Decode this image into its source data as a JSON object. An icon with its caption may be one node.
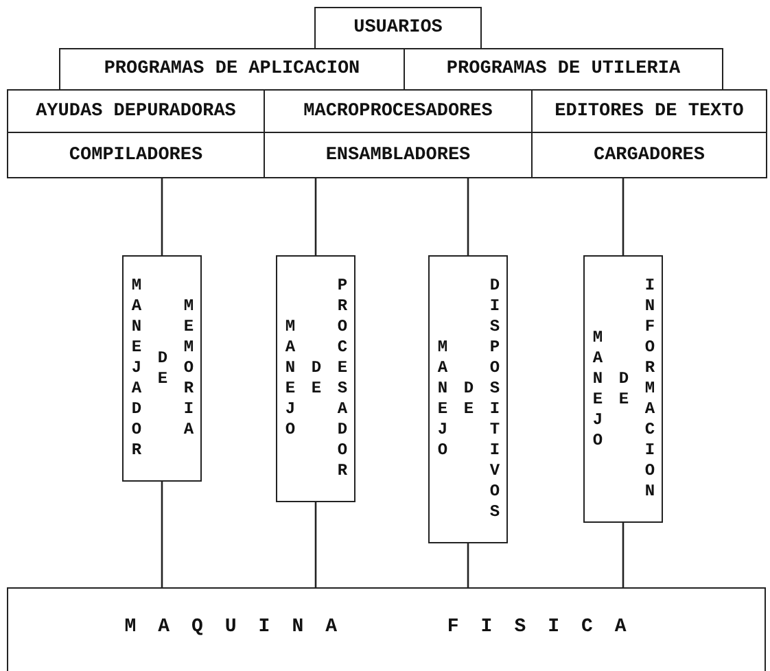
{
  "diagram": {
    "nodes": [
      {
        "text": [
          "USUARIOS"
        ]
      },
      {
        "text": [
          "PROGRAMAS DE APLICACION"
        ]
      },
      {
        "text": [
          "PROGRAMAS DE UTILERIA"
        ]
      },
      {
        "text": [
          "AYUDAS DEPURADORAS"
        ]
      },
      {
        "text": [
          "MACROPROCESADORES"
        ]
      },
      {
        "text": [
          "EDITORES DE TEXTO"
        ]
      },
      {
        "text": [
          "COMPILADORES"
        ]
      },
      {
        "text": [
          "ENSAMBLADORES"
        ]
      },
      {
        "text": [
          "CARGADORES"
        ]
      },
      {
        "text": [
          "MANEJADOR DE MEMORIA"
        ]
      },
      {
        "text": [
          "MANEJO DE PROCESADOR"
        ]
      },
      {
        "text": [
          "MANEJO DE DISPOSITIVOS"
        ]
      },
      {
        "text": [
          "MANEJO DE INFORMACION"
        ]
      },
      {
        "text": [
          "MAQUINA FISICA"
        ]
      }
    ],
    "edges": [
      {
        "from": 6,
        "to": 9,
        "arrow": "none"
      },
      {
        "from": 7,
        "to": 10,
        "arrow": "none"
      },
      {
        "from": 7,
        "to": 11,
        "arrow": "none"
      },
      {
        "from": 8,
        "to": 12,
        "arrow": "none"
      },
      {
        "from": 9,
        "to": 13,
        "arrow": "none"
      },
      {
        "from": 10,
        "to": 13,
        "arrow": "none"
      },
      {
        "from": 11,
        "to": 13,
        "arrow": "none"
      },
      {
        "from": 12,
        "to": 13,
        "arrow": "none"
      }
    ]
  }
}
